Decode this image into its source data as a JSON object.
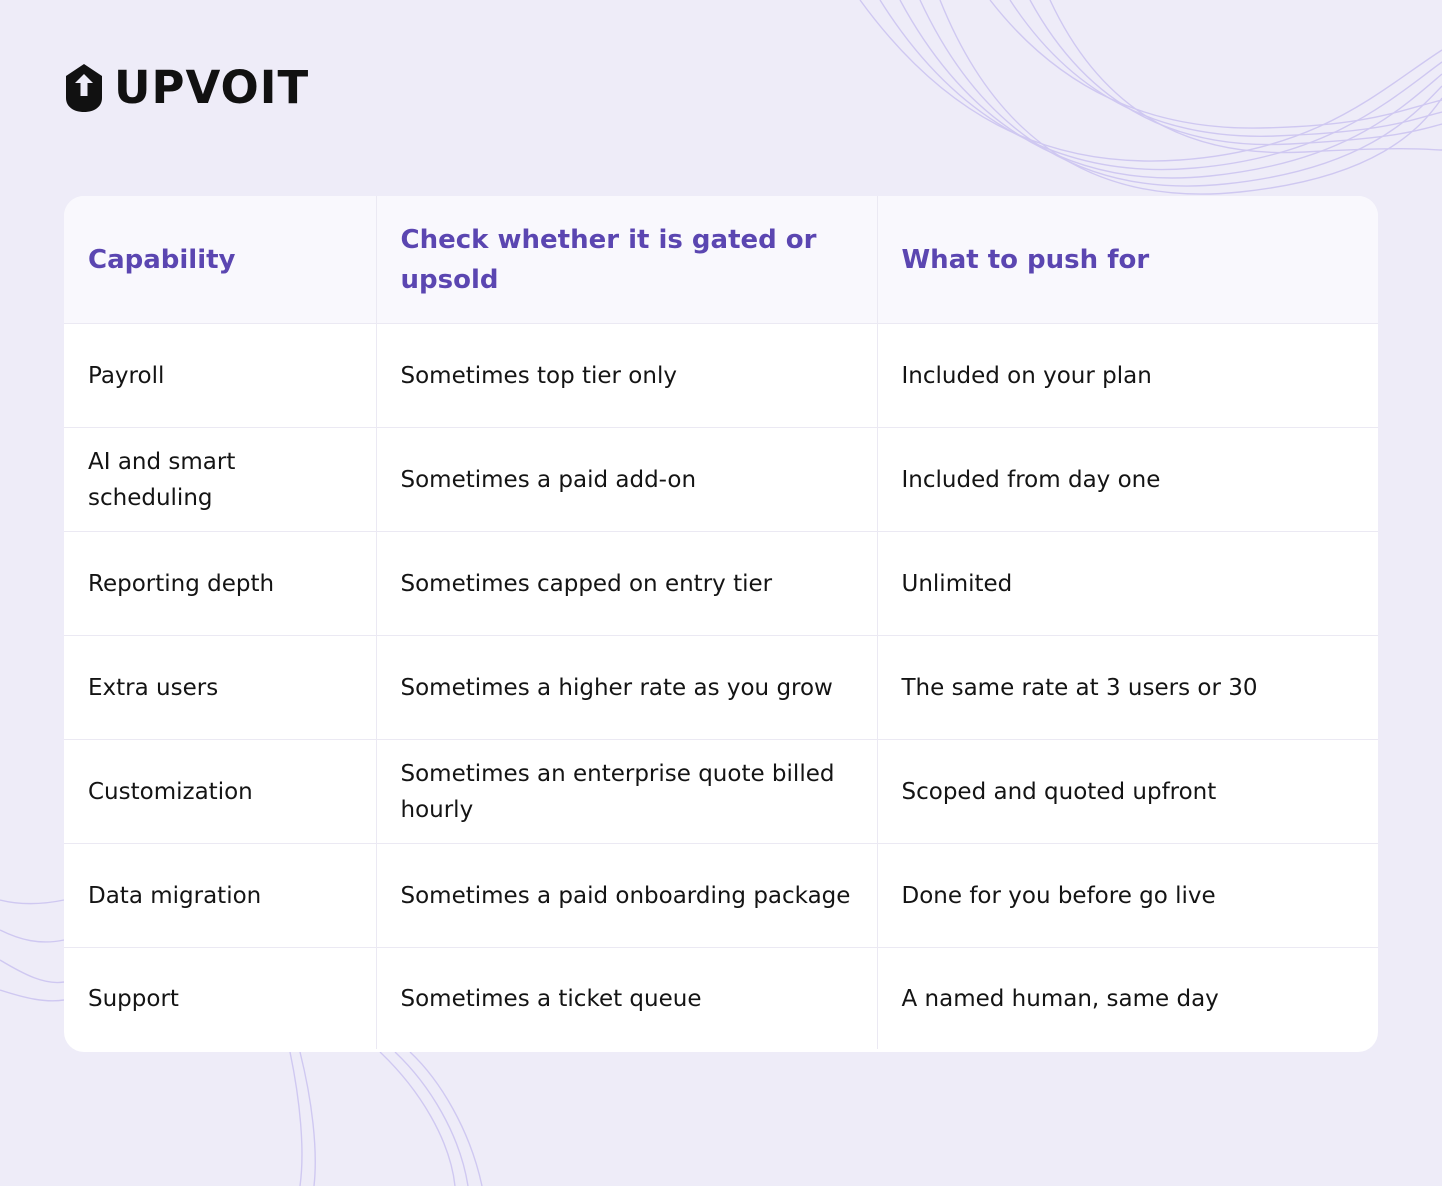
{
  "brand": {
    "name": "UPVOIT",
    "logo_icon": "upvoit-arrow-shield-icon"
  },
  "table": {
    "headers": [
      "Capability",
      "Check whether it is gated or upsold",
      "What to push for"
    ],
    "rows": [
      [
        "Payroll",
        "Sometimes top tier only",
        "Included on your plan"
      ],
      [
        "AI and smart scheduling",
        "Sometimes a paid add-on",
        "Included from day one"
      ],
      [
        "Reporting depth",
        "Sometimes capped on entry tier",
        "Unlimited"
      ],
      [
        "Extra users",
        "Sometimes a higher rate as you grow",
        "The same rate at 3 users or 30"
      ],
      [
        "Customization",
        "Sometimes an enterprise quote billed hourly",
        "Scoped and quoted upfront"
      ],
      [
        "Data migration",
        "Sometimes a paid onboarding package",
        "Done for you before go live"
      ],
      [
        "Support",
        "Sometimes a ticket queue",
        "A named human, same day"
      ]
    ]
  },
  "colors": {
    "background": "#eeecf8",
    "header_text": "#5b46b1",
    "header_bg": "#f9f8fd",
    "body_text": "#141414",
    "divider": "#ebe9f3",
    "wave": "#b7acec"
  }
}
